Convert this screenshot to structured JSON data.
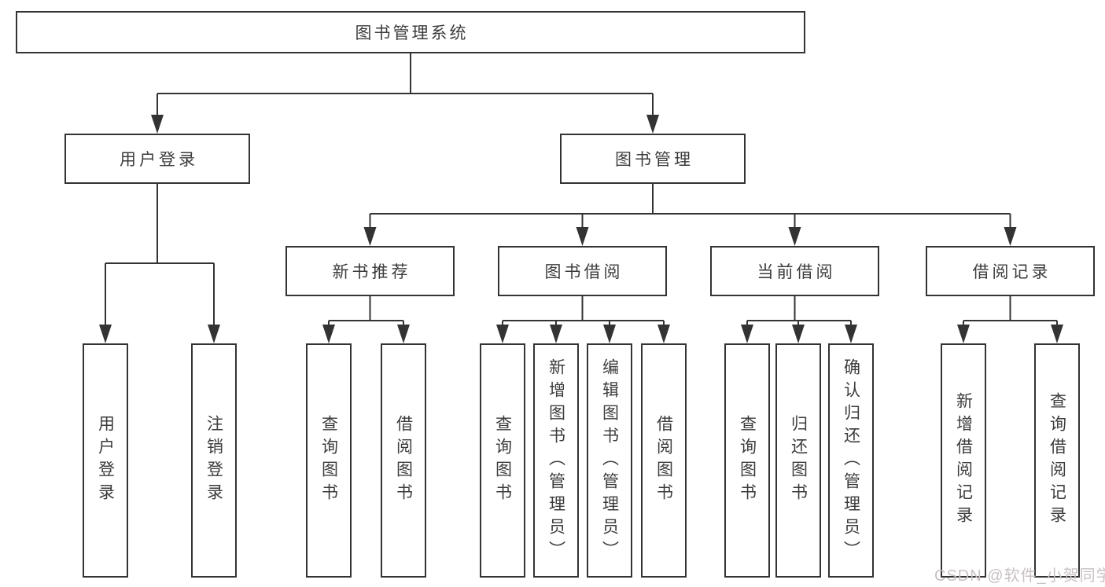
{
  "colors": {
    "line": "#333333",
    "text": "#3c3c3c",
    "box_bg": "#ffffff",
    "watermark": "#c9c0c6"
  },
  "watermark": {
    "text": "CSDN @软件_小贺同学"
  },
  "tree": {
    "root": {
      "label": "图书管理系统",
      "children": [
        {
          "label": "用户登录",
          "children": [
            {
              "label": "用户登录"
            },
            {
              "label": "注销登录"
            }
          ]
        },
        {
          "label": "图书管理",
          "children": [
            {
              "label": "新书推荐",
              "children": [
                {
                  "label": "查询图书"
                },
                {
                  "label": "借阅图书"
                }
              ]
            },
            {
              "label": "图书借阅",
              "children": [
                {
                  "label": "查询图书"
                },
                {
                  "label": "新增图书（管理员）"
                },
                {
                  "label": "编辑图书（管理员）"
                },
                {
                  "label": "借阅图书"
                }
              ]
            },
            {
              "label": "当前借阅",
              "children": [
                {
                  "label": "查询图书"
                },
                {
                  "label": "归还图书"
                },
                {
                  "label": "确认归还（管理员）"
                }
              ]
            },
            {
              "label": "借阅记录",
              "children": [
                {
                  "label": "新增借阅记录"
                },
                {
                  "label": "查询借阅记录"
                }
              ]
            }
          ]
        }
      ]
    }
  }
}
